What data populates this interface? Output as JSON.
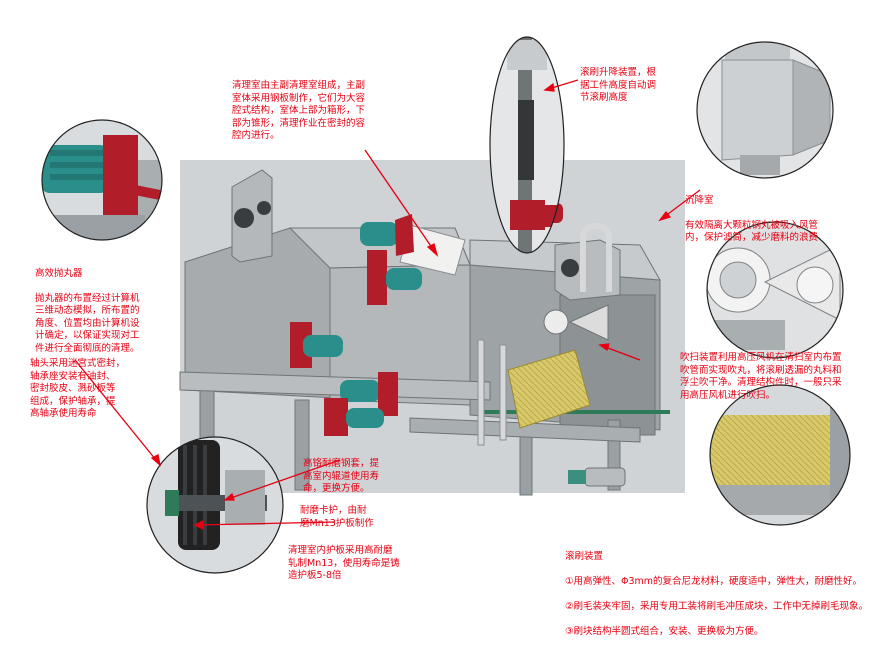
{
  "labels": {
    "main_chamber": "清理室由主副清理室组成，主副\n室体采用钢板制作，它们为大容\n腔式结构，室体上部为箱形，下\n部为锥形，清理作业在密封的容\n腔内进行。",
    "brush_lift": "滚刷升降装置，根\n据工件高度自动调\n节滚刷高度",
    "settling_title": "沉降室",
    "settling_body": "有效隔离大颗粒钢丸被吸入风管\n内，保护滤筒，减少磨料的浪费",
    "blast_wheel_title": "高效抛丸器",
    "blast_wheel_body": "抛丸器的布置经过计算机\n三维动态模拟，所布置的\n角度、位置均由计算机设\n计确定，以保证实现对工\n件进行全面彻底的清理。",
    "blow_off": "吹扫装置利用高压风机在清扫室内布置\n吹管而实现吹丸，将滚刷透漏的丸料和\n浮尘吹干净。清理结构件时，一般只采\n用高压风机进行吹扫。",
    "bearing": "轴头采用迷宫式密封，\n轴承座安装有油封、\n密封胶皮、溅砂板等\n组成，保护轴承，提\n高轴承使用寿命",
    "wear_sleeve": "高铬耐磨钢套，提\n高室内辊道使用寿\n命，更换方便。",
    "wear_guard": "耐磨卡护，由耐\n磨Mn13护板制作",
    "liner": "清理室内护板采用高耐磨\n轧制Mn13，使用寿命是铸\n造护板5-8倍",
    "brush_title": "滚刷装置",
    "brush_items": [
      "①用高弹性、Φ3mm的复合尼龙材料，硬度适中，弹性大，耐磨性好。",
      "②刷毛装夹牢固，采用专用工装将刷毛冲压成块，工作中无掉刷毛现象。",
      "③刷块结构半圆式组合，安装、更换极为方便。"
    ]
  },
  "colors": {
    "annotation": "#e60012",
    "backdrop": "#cfd3d6",
    "steel": "#a7abae",
    "steel_dark": "#7f8487",
    "motor_teal": "#2a8f8b",
    "gearbox_red": "#b21d2a",
    "brush_yellow": "#d8c96a",
    "conveyor_green": "#2f7a58"
  }
}
